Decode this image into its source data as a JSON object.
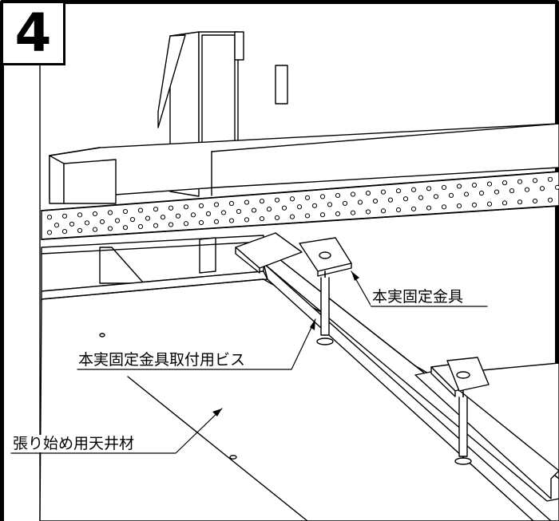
{
  "step_number": "4",
  "labels": {
    "fixing_bracket": "本実固定金具",
    "bracket_screw": "本実固定金具取付用ビス",
    "starting_board": "張り始め用天井材"
  }
}
